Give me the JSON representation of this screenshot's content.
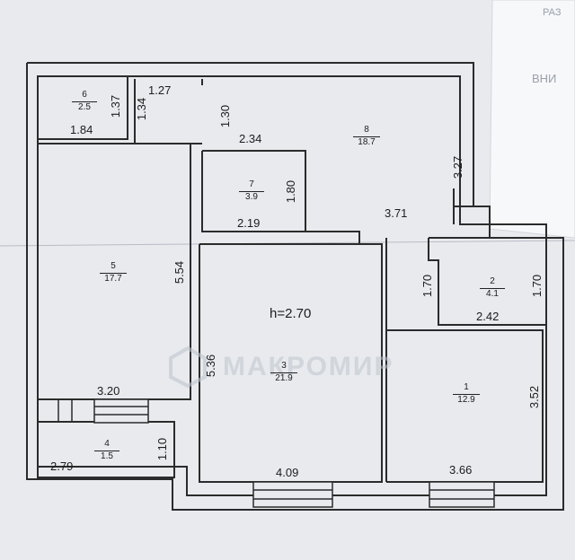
{
  "plan": {
    "ceiling_height": "h=2.70",
    "watermark": "МАКРОМИР",
    "sheet_text_top": "РАЗ",
    "sheet_text_mid": "ВНИ",
    "rooms": [
      {
        "id": "1",
        "area": "12.9"
      },
      {
        "id": "2",
        "area": "4.1"
      },
      {
        "id": "3",
        "area": "21.9"
      },
      {
        "id": "4",
        "area": "1.5"
      },
      {
        "id": "5",
        "area": "17.7"
      },
      {
        "id": "6",
        "area": "2.5"
      },
      {
        "id": "7",
        "area": "3.9"
      },
      {
        "id": "8",
        "area": "18.7"
      }
    ],
    "dimensions": {
      "d6_side": "1.37",
      "d6_bottom": "1.84",
      "d8_left": "1.34",
      "d8_top": "1.27",
      "d8_inner": "1.30",
      "d8_mid": "2.34",
      "d8_right": "3.27",
      "d8_span": "3.71",
      "d7_side": "1.80",
      "d7_bottom": "2.19",
      "d5_side": "5.54",
      "d5_bottom": "3.20",
      "d3_side": "5.36",
      "d3_bottom": "4.09",
      "d2_left": "1.70",
      "d2_right": "1.70",
      "d2_bottom": "2.42",
      "d1_side": "3.52",
      "d1_bottom": "3.66",
      "d4_side": "1.10",
      "d4_bottom": "2.79"
    }
  }
}
